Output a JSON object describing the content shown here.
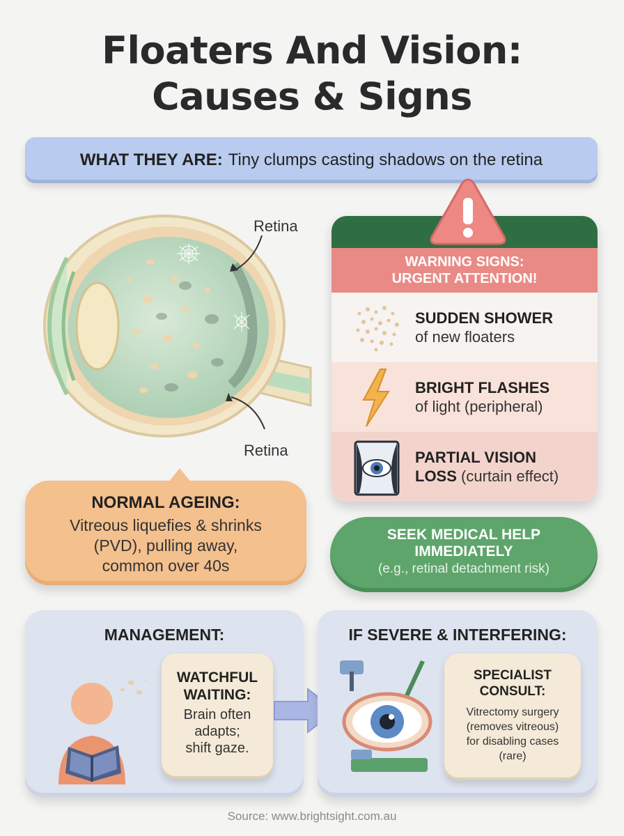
{
  "title": {
    "line1": "Floaters And Vision:",
    "line2": "Causes & Signs"
  },
  "what_they_are": {
    "label": "WHAT THEY ARE:",
    "text": "Tiny clumps casting shadows on the retina"
  },
  "eye_diagram": {
    "label_top": "Retina",
    "label_bottom": "Retina"
  },
  "normal_ageing": {
    "heading": "NORMAL AGEING:",
    "line1": "Vitreous liquefies & shrinks",
    "line2": "(PVD), pulling away,",
    "line3": "common over 40s"
  },
  "warning": {
    "heading_line1": "WARNING SIGNS:",
    "heading_line2": "URGENT ATTENTION!",
    "alert_icon": "warning-triangle-icon",
    "signs": [
      {
        "icon": "floater-dots-icon",
        "bold": "SUDDEN SHOWER",
        "text": "of new floaters"
      },
      {
        "icon": "lightning-bolt-icon",
        "bold": "BRIGHT FLASHES",
        "text": "of light (peripheral)"
      },
      {
        "icon": "curtain-eye-icon",
        "bold_line1": "PARTIAL VISION",
        "bold_line2": "LOSS",
        "text": "(curtain effect)"
      }
    ],
    "colors": {
      "header_green": "#2f6e43",
      "header_red": "#e98a86"
    }
  },
  "seek_help": {
    "line1": "SEEK MEDICAL HELP",
    "line2": "IMMEDIATELY",
    "line3": "(e.g., retinal detachment risk)"
  },
  "management": {
    "heading": "MANAGEMENT:",
    "card_title_line1": "WATCHFUL",
    "card_title_line2": "WAITING:",
    "card_text_line1": "Brain often",
    "card_text_line2": "adapts;",
    "card_text_line3": "shift gaze."
  },
  "severe": {
    "heading": "IF SEVERE & INTERFERING:",
    "card_title_line1": "SPECIALIST",
    "card_title_line2": "CONSULT:",
    "card_text_line1": "Vitrectomy surgery",
    "card_text_line2": "(removes vitreous)",
    "card_text_line3": "for disabling cases",
    "card_text_line4": "(rare)"
  },
  "source": "Source: www.brightsight.com.au"
}
